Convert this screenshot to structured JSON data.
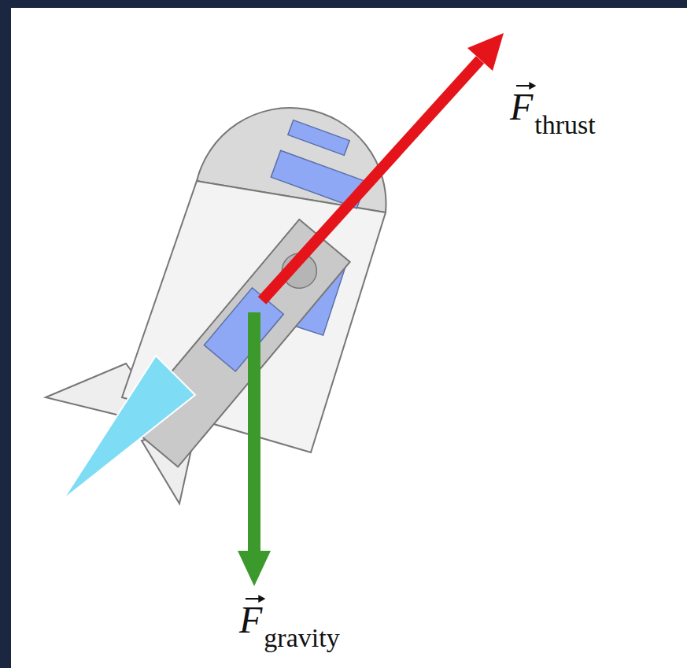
{
  "diagram": {
    "labels": [
      "F",
      "thrust",
      "F",
      "gravity"
    ]
  }
}
